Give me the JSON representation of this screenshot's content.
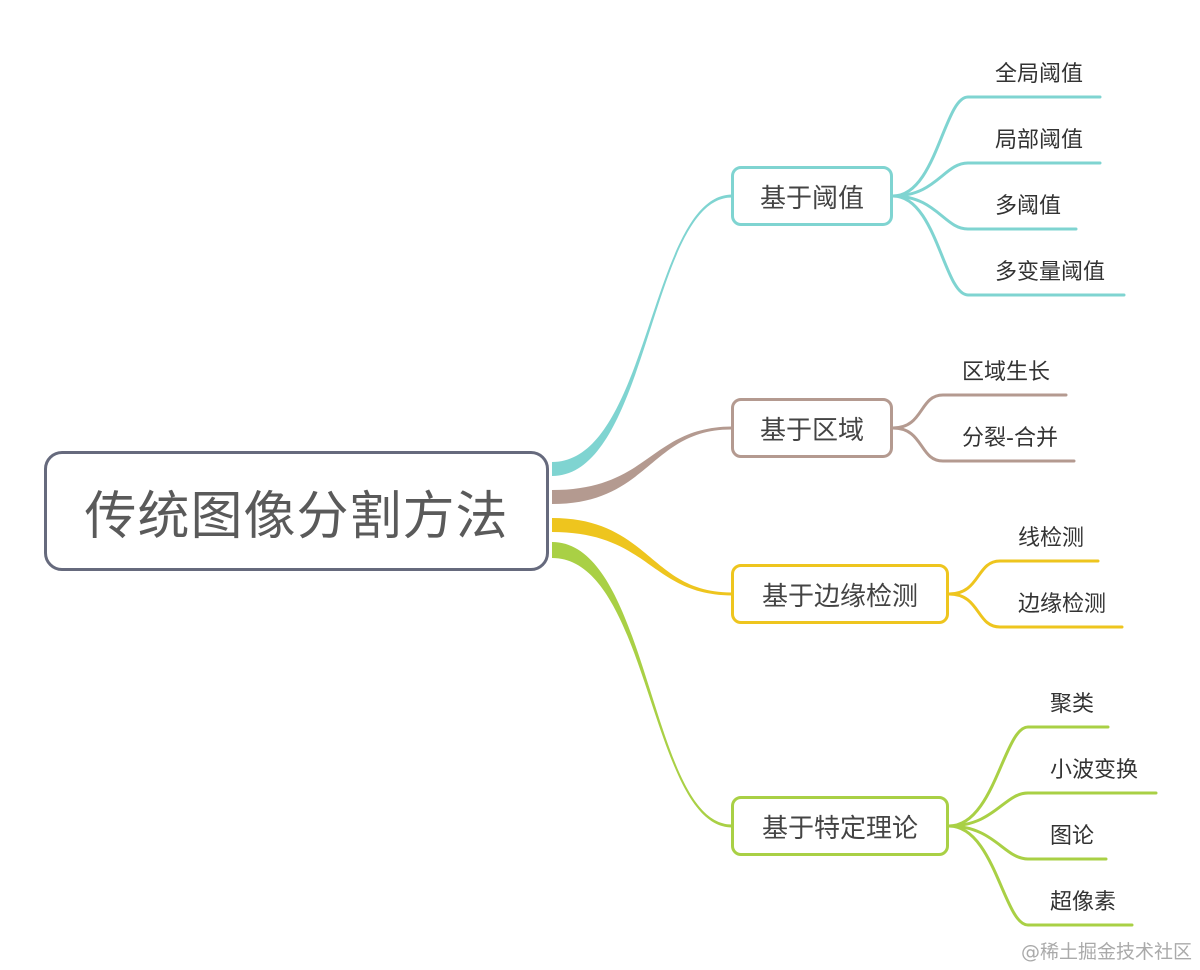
{
  "root": {
    "label": "传统图像分割方法"
  },
  "branches": [
    {
      "label": "基于阈值",
      "color": "#7fd4d1",
      "leaves": [
        "全局阈值",
        "局部阈值",
        "多阈值",
        "多变量阈值"
      ]
    },
    {
      "label": "基于区域",
      "color": "#b49a90",
      "leaves": [
        "区域生长",
        "分裂-合并"
      ]
    },
    {
      "label": "基于边缘检测",
      "color": "#eec51e",
      "leaves": [
        "线检测",
        "边缘检测"
      ]
    },
    {
      "label": "基于特定理论",
      "color": "#a9d045",
      "leaves": [
        "聚类",
        "小波变换",
        "图论",
        "超像素"
      ]
    }
  ],
  "watermark": "@稀土掘金技术社区"
}
